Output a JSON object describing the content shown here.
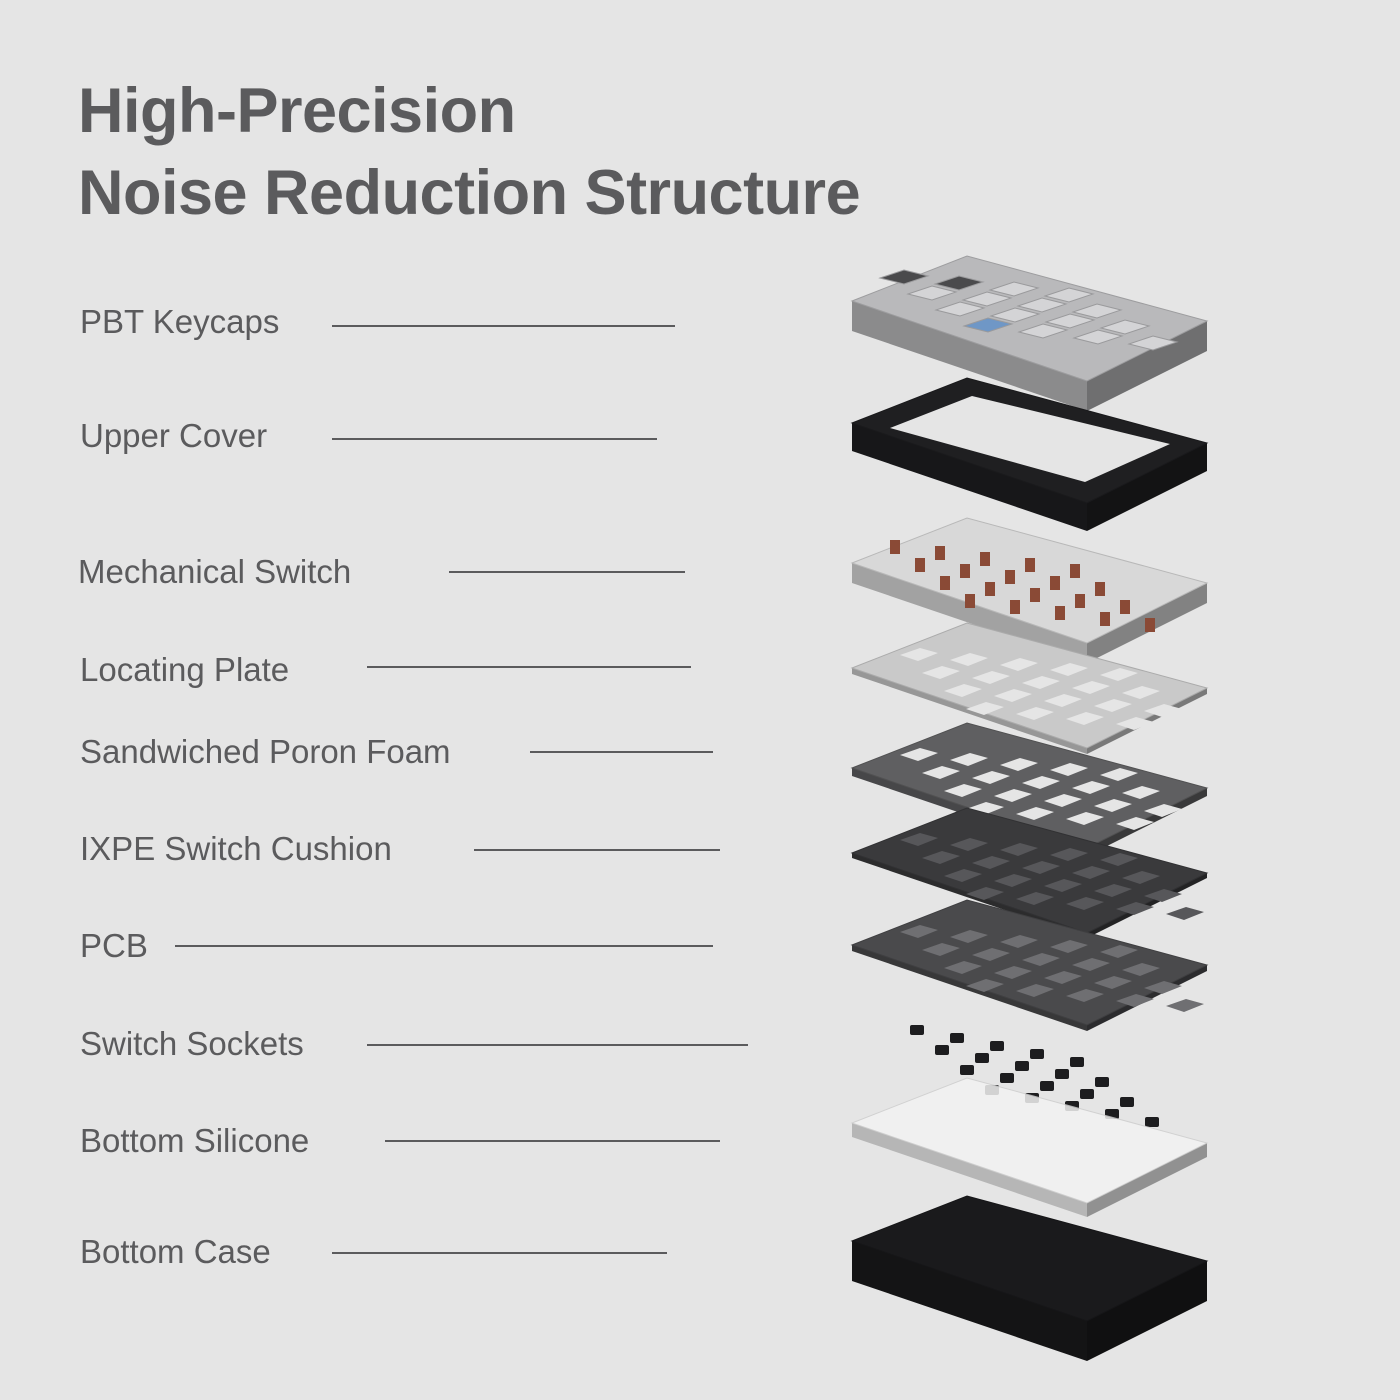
{
  "title": {
    "line1": "High-Precision",
    "line2": "Noise Reduction Structure"
  },
  "layers": [
    {
      "label": "PBT Keycaps",
      "color": "#b9b9bb",
      "accent": "#6f97c6"
    },
    {
      "label": "Upper Cover",
      "color": "#1f1f21"
    },
    {
      "label": "Mechanical Switch",
      "color": "#d8d8d8",
      "accent": "#8a4a36"
    },
    {
      "label": "Locating Plate",
      "color": "#c9c9c9"
    },
    {
      "label": "Sandwiched Poron Foam",
      "color": "#5f5f61"
    },
    {
      "label": "IXPE Switch Cushion",
      "color": "#3a3a3c"
    },
    {
      "label": "PCB",
      "color": "#4a4a4c"
    },
    {
      "label": "Switch Sockets",
      "color": "#1d1d1f"
    },
    {
      "label": "Bottom Silicone",
      "color": "#f2f2f2"
    },
    {
      "label": "Bottom Case",
      "color": "#1a1a1c"
    }
  ]
}
